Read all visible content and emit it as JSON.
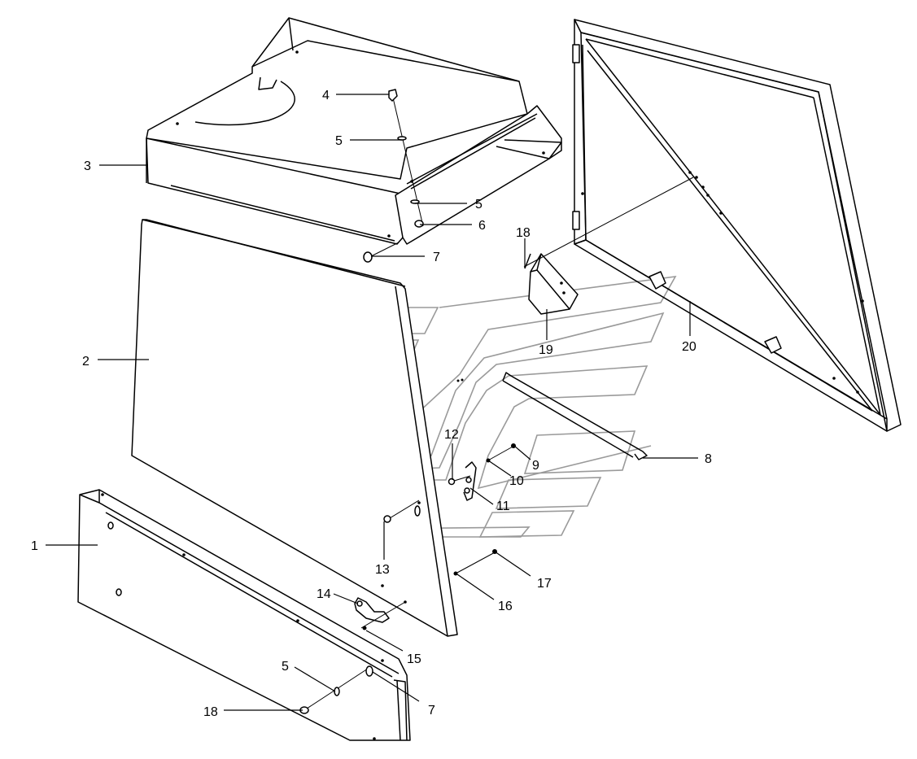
{
  "callouts": [
    {
      "id": "c1",
      "text": "1"
    },
    {
      "id": "c2",
      "text": "2"
    },
    {
      "id": "c3",
      "text": "3"
    },
    {
      "id": "c4",
      "text": "4"
    },
    {
      "id": "c5a",
      "text": "5"
    },
    {
      "id": "c5b",
      "text": "5"
    },
    {
      "id": "c6",
      "text": "6"
    },
    {
      "id": "c7a",
      "text": "7"
    },
    {
      "id": "c8",
      "text": "8"
    },
    {
      "id": "c9",
      "text": "9"
    },
    {
      "id": "c10",
      "text": "10"
    },
    {
      "id": "c11",
      "text": "11"
    },
    {
      "id": "c12",
      "text": "12"
    },
    {
      "id": "c13",
      "text": "13"
    },
    {
      "id": "c14",
      "text": "14"
    },
    {
      "id": "c15",
      "text": "15"
    },
    {
      "id": "c16",
      "text": "16"
    },
    {
      "id": "c17",
      "text": "17"
    },
    {
      "id": "c18a",
      "text": "18"
    },
    {
      "id": "c19",
      "text": "19"
    },
    {
      "id": "c20",
      "text": "20"
    },
    {
      "id": "c5c",
      "text": "5"
    },
    {
      "id": "c7b",
      "text": "7"
    },
    {
      "id": "c18b",
      "text": "18"
    }
  ],
  "colors": {
    "line": "#000000",
    "watermark": "#9a9a9a",
    "background": "#ffffff"
  }
}
